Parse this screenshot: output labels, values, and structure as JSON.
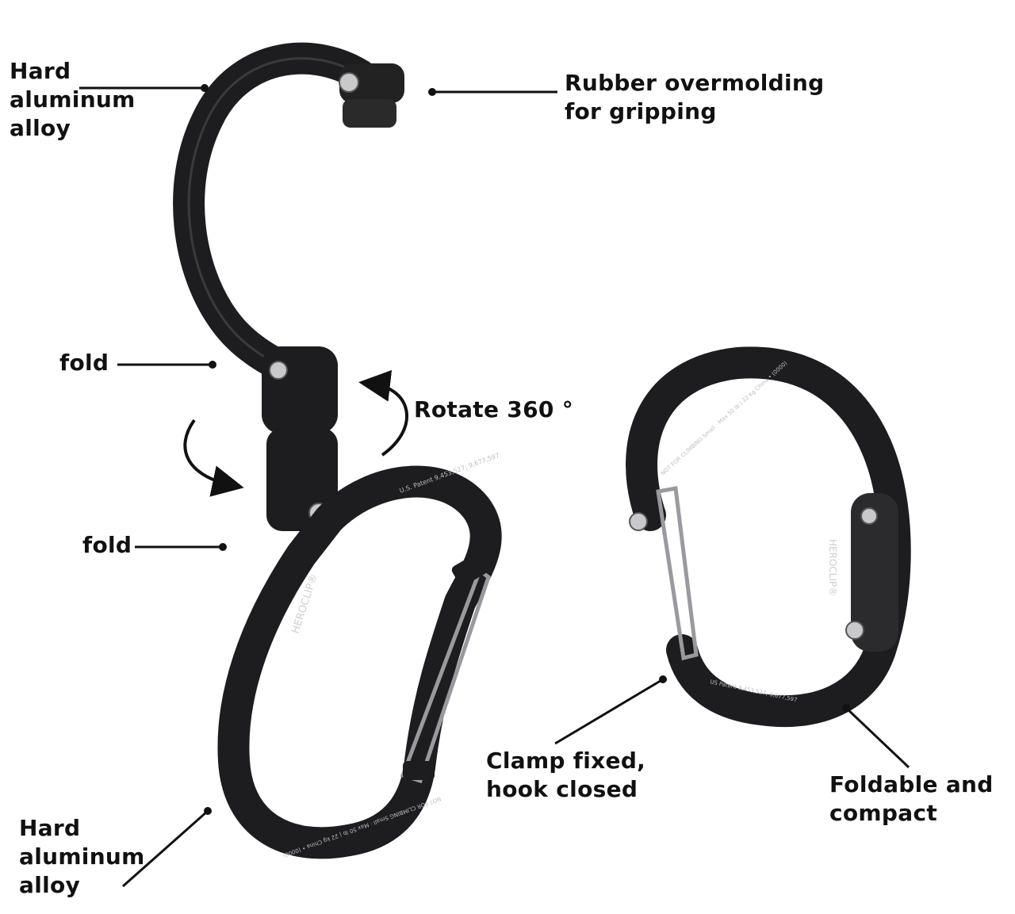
{
  "colors": {
    "background": "#ffffff",
    "metal": "#1d1d1f",
    "metal_edge": "#3a3a3d",
    "wire": "#9a9a9e",
    "rivet": "#c9c9cc",
    "text": "#111111"
  },
  "labels": {
    "top_left": [
      "Hard",
      "aluminum",
      "alloy"
    ],
    "rubber": [
      "Rubber overmolding",
      "for gripping"
    ],
    "fold_upper": "fold",
    "rotate": "Rotate 360 °",
    "fold_lower": "fold",
    "bottom_left": [
      "Hard",
      "aluminum",
      "alloy"
    ],
    "clamp": [
      "Clamp fixed,",
      "hook closed"
    ],
    "foldable": [
      "Foldable and",
      "compact"
    ]
  },
  "engravings": {
    "brand": "HEROCLIP®",
    "patent_open": "U.S. Patent 9,453,527; 9,677,597",
    "rating_open": "NOT FOR CLIMBING  Small · Max 50 lb | 22 kg  China  •  (0000)",
    "rating_closed": "NOT FOR CLIMBING  Small · Max 50 lb | 22 kg  China  •  (0000)",
    "patent_closed": "US Patent 9,453,527; 9,677,597"
  }
}
